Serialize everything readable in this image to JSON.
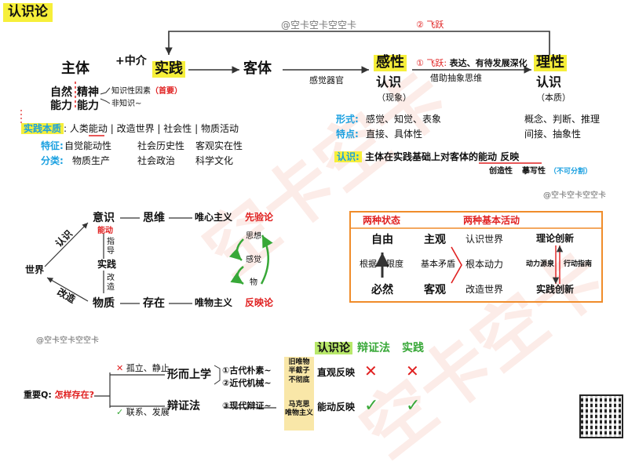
{
  "title": "认识论",
  "watermark": "空卡空卡",
  "top_section": {
    "leap_two": "② 飞跃",
    "watermark_line": "@空卡空卡空空卡",
    "subject": "主体",
    "plus_medium": "+中介",
    "practice": "实践",
    "object": "客体",
    "perceptual": "感性",
    "rational": "理性",
    "cognition": "认识",
    "phenomenon": "（现象）",
    "essence": "（本质）",
    "sense_organ": "感觉器官",
    "leap_one_prefix": "① 飞跃:",
    "leap_one_text": "表达、有待发展深化",
    "abstract_thinking": "借助抽象思维",
    "natural": "自然",
    "spiritual": "精神",
    "ability": "能力",
    "ability2": "能力",
    "knowledge_factor": "知识性因素",
    "primary": "（首要）",
    "non_knowledge": "非知识~",
    "essence_label": "实践本质",
    "essence_text_a": "人类能动",
    "essence_text_b": "改造世界",
    "essence_text_c": "社会性",
    "essence_text_d": "物质活动",
    "traits_label": "特征:",
    "trait1": "自觉能动性",
    "trait2": "社会历史性",
    "trait3": "客观实在性",
    "category_label": "分类:",
    "cat1": "物质生产",
    "cat2": "社会政治",
    "cat3": "科学文化",
    "form_label": "形式:",
    "form_text": "感觉、知觉、表象",
    "feature_label": "特点:",
    "feature_text": "直接、具体性",
    "rational_form": "概念、判断、推理",
    "rational_feature": "间接、抽象性",
    "cognition_label": "认识:",
    "cognition_text": "主体在实践基础上对客体的",
    "cognition_active": "能动",
    "cognition_reflect": "反映",
    "creativity": "创造性",
    "reproducibility": "摹写性",
    "inseparable": "（不可分割）"
  },
  "middle_left": {
    "consciousness": "意识",
    "thinking": "思维",
    "idealism": "唯心主义",
    "a_priori": "先验论",
    "active": "能动",
    "guide": "指导",
    "practice": "实践",
    "transform": "改造",
    "matter": "物质",
    "existence": "存在",
    "materialism": "唯物主义",
    "reflection_theory": "反映论",
    "world": "世界",
    "know": "认识",
    "reform": "改造",
    "cycle_thought": "思想",
    "cycle_feeling": "感觉",
    "cycle_thing": "物"
  },
  "watermark_mid": "@空卡空卡空空卡",
  "box": {
    "two_states": "两种状态",
    "two_activities": "两种基本活动",
    "freedom": "自由",
    "necessity": "必然",
    "basis": "根据",
    "limit": "限度",
    "subjective": "主观",
    "objective": "客观",
    "basic_contradiction": "基本矛盾",
    "know_world": "认识世界",
    "basic_power": "根本动力",
    "transform_world": "改造世界",
    "theory_innovation": "理论创新",
    "practice_innovation": "实践创新",
    "motive_source": "动力源泉",
    "action_guide": "行动指南"
  },
  "bottom": {
    "watermark": "@空卡空卡空空卡",
    "important_q": "重要Q:",
    "how_exist": "怎样存在?",
    "isolated": "孤立、静止",
    "connected": "联系、发展",
    "metaphysics": "形而上学",
    "dialectics": "辩证法",
    "ancient": "①古代朴素~",
    "modern": "②近代机械~",
    "contemporary": "③现代辩证~",
    "old_materialism": "旧唯物\n半截子\n不彻底",
    "marxist_materialism": "马克思\n唯物主义",
    "intuitive_reflection": "直观反映",
    "active_reflection": "能动反映",
    "col_epistemology": "认识论",
    "col_dialectics": "辩证法",
    "col_practice": "实践",
    "cross": "✕",
    "check": "✓"
  },
  "colors": {
    "highlight": "#f6ef3a",
    "red": "#e02020",
    "blue": "#1aa0e0",
    "green": "#38a838",
    "orange": "#f08c2a"
  }
}
